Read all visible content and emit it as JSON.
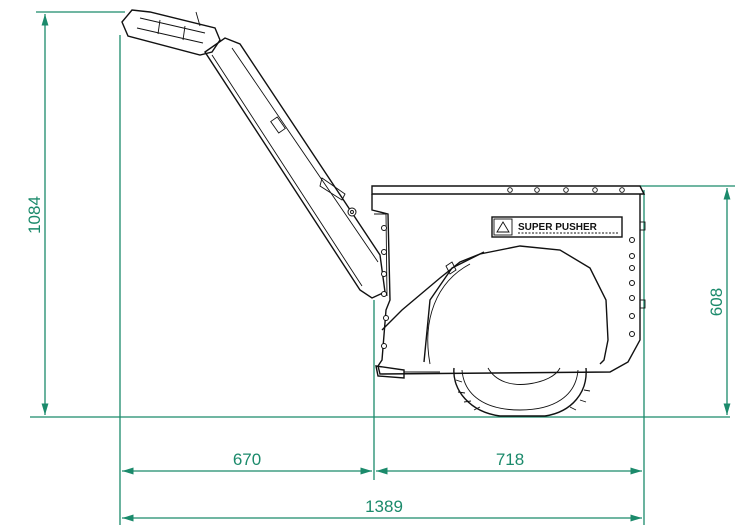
{
  "dimensions": {
    "height_total": "1084",
    "height_body": "608",
    "length_handle": "670",
    "length_body": "718",
    "length_total": "1389"
  },
  "logo": {
    "brand": "SUPER PUSHER"
  },
  "colors": {
    "dimension_lines": "#1b8a6b",
    "drawing_lines": "#111111"
  }
}
